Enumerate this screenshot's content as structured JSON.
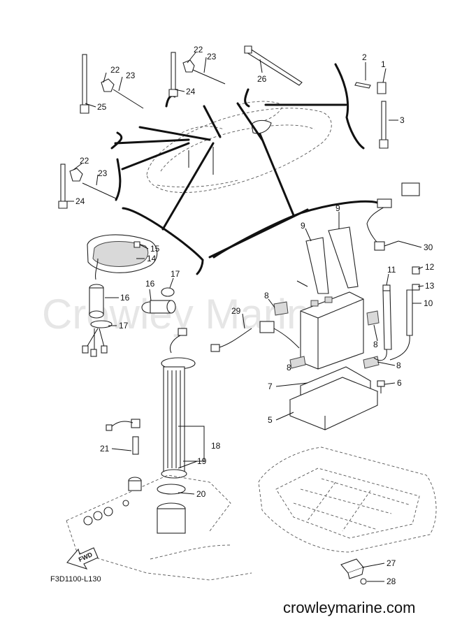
{
  "watermark": "Crowley Marine",
  "diagram_code": "F3D1100-L130",
  "site": "crowleymarine.com",
  "fwd_label": "FWD",
  "callouts": [
    "1",
    "2",
    "3",
    "5",
    "6",
    "7",
    "8",
    "8",
    "8",
    "8",
    "9",
    "9",
    "10",
    "11",
    "12",
    "13",
    "14",
    "15",
    "16",
    "16",
    "17",
    "17",
    "18",
    "19",
    "20",
    "21",
    "22",
    "22",
    "22",
    "23",
    "23",
    "23",
    "24",
    "24",
    "25",
    "26",
    "27",
    "28",
    "29",
    "30"
  ],
  "icons": [
    "fwd-arrow-icon"
  ]
}
